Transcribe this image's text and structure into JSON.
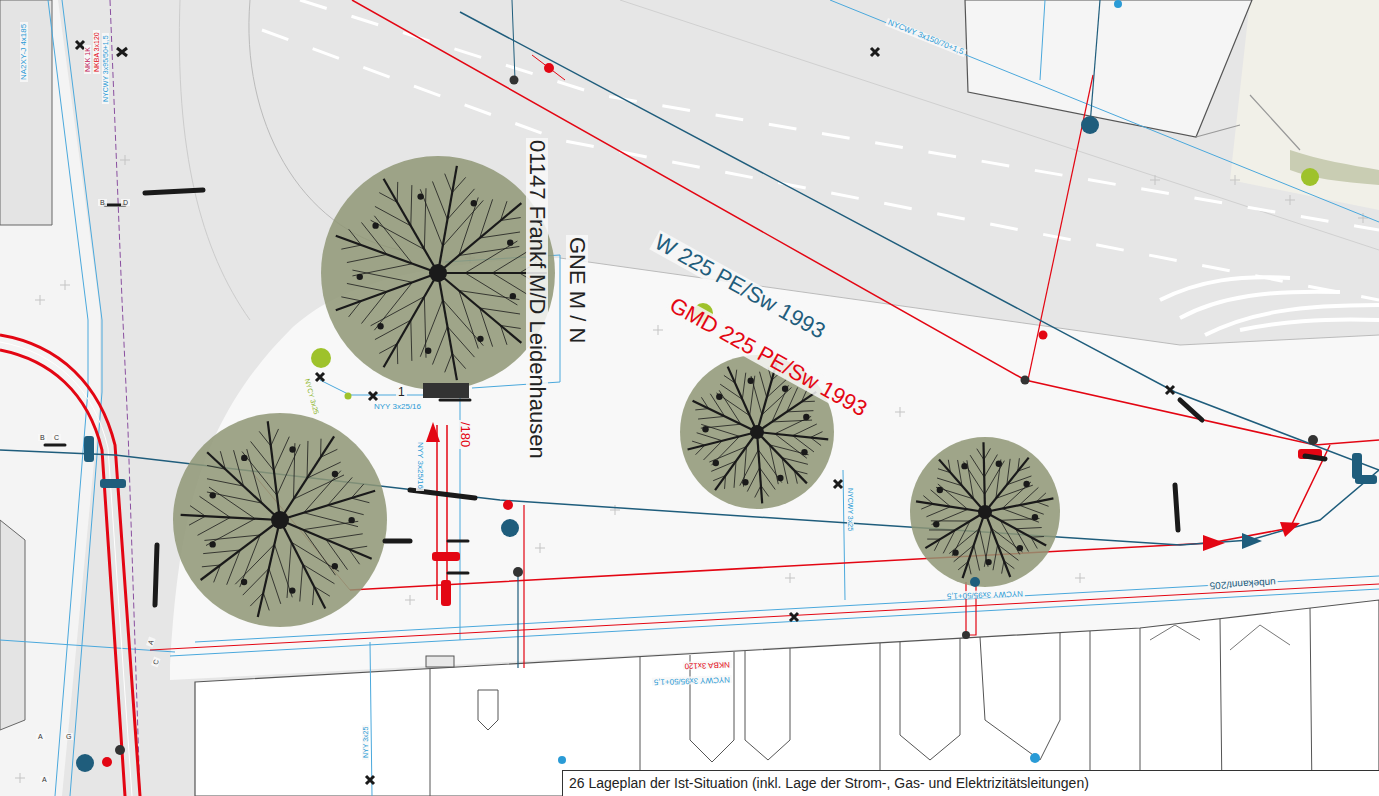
{
  "diagram": {
    "caption": "26 Lageplan der Ist-Situation (inkl. Lage der Strom-, Gas- und Elektrizitätsleitungen)",
    "labels": [
      "NA2XY-J 4x185",
      "NKK 1K",
      "NKBA 3x120",
      "NYCWY 3x95/50+1,5",
      "B",
      "D",
      "NYCWY 3x150/70+1,5",
      "01147 Frankf M/D Leidenhausen",
      "GNE M / N",
      "W 225 PE/Sw 1993",
      "GMD 225 PE/Sw 1993",
      "NYCY 3x25",
      "NYY 3x25/16",
      "1",
      "NYY 3x25/16",
      "/180",
      "B",
      "C",
      "NYCWY 3x25",
      "NYCWY 3x95/50+1,5",
      "unbekannt/205",
      "A",
      "C",
      "NYCWY 3x95/50+1,5",
      "NKBA 3x120",
      "NYY 3x25",
      "A",
      "G",
      "A"
    ]
  }
}
